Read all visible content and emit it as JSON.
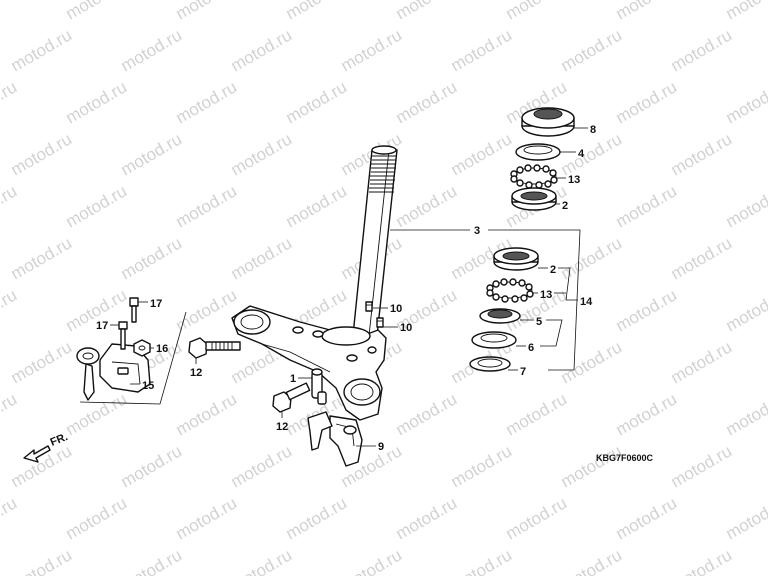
{
  "watermark": "motod.ru",
  "direction_label": "FR.",
  "diagram_code": "KBG7F0600C",
  "callouts": {
    "c1": "1",
    "c2a": "2",
    "c2b": "2",
    "c3": "3",
    "c4": "4",
    "c5": "5",
    "c6": "6",
    "c7": "7",
    "c8": "8",
    "c9": "9",
    "c10a": "10",
    "c10b": "10",
    "c12a": "12",
    "c12b": "12",
    "c13a": "13",
    "c13b": "13",
    "c14": "14",
    "c15": "15",
    "c16": "16",
    "c17a": "17",
    "c17b": "17"
  }
}
